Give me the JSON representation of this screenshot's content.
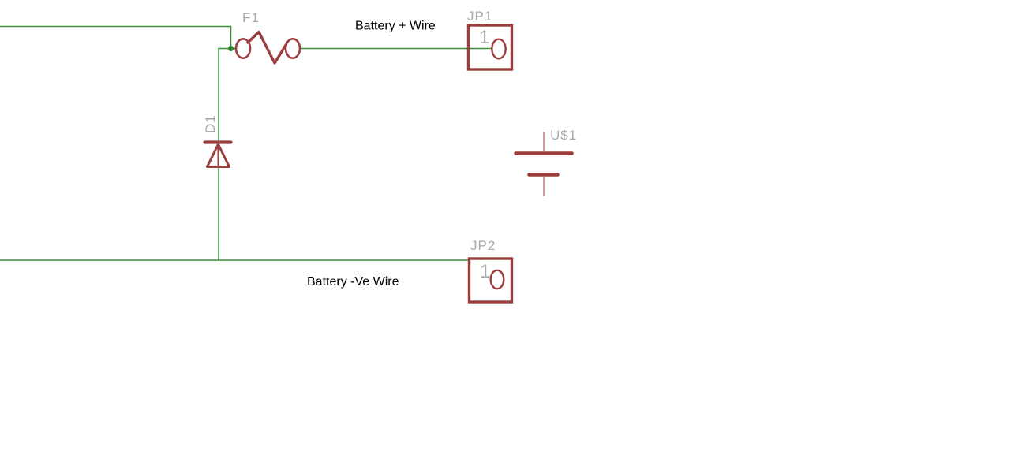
{
  "schematic": {
    "colors": {
      "background": "#ffffff",
      "wire_green": "#3a8f3a",
      "symbol_maroon": "#9b3e3e",
      "label_gray": "#a9a9a9",
      "text_black": "#000000"
    },
    "nets": {
      "battery_positive": {
        "label": "Battery + Wire"
      },
      "battery_negative": {
        "label": "Battery -Ve Wire"
      }
    },
    "components": {
      "fuse": {
        "ref": "F1",
        "type": "fuse"
      },
      "diode": {
        "ref": "D1",
        "type": "diode"
      },
      "battery": {
        "ref": "U$1",
        "type": "battery"
      },
      "connector1": {
        "ref": "JP1",
        "pin": "1",
        "type": "pinhead-connector"
      },
      "connector2": {
        "ref": "JP2",
        "pin": "1",
        "type": "pinhead-connector"
      }
    }
  }
}
